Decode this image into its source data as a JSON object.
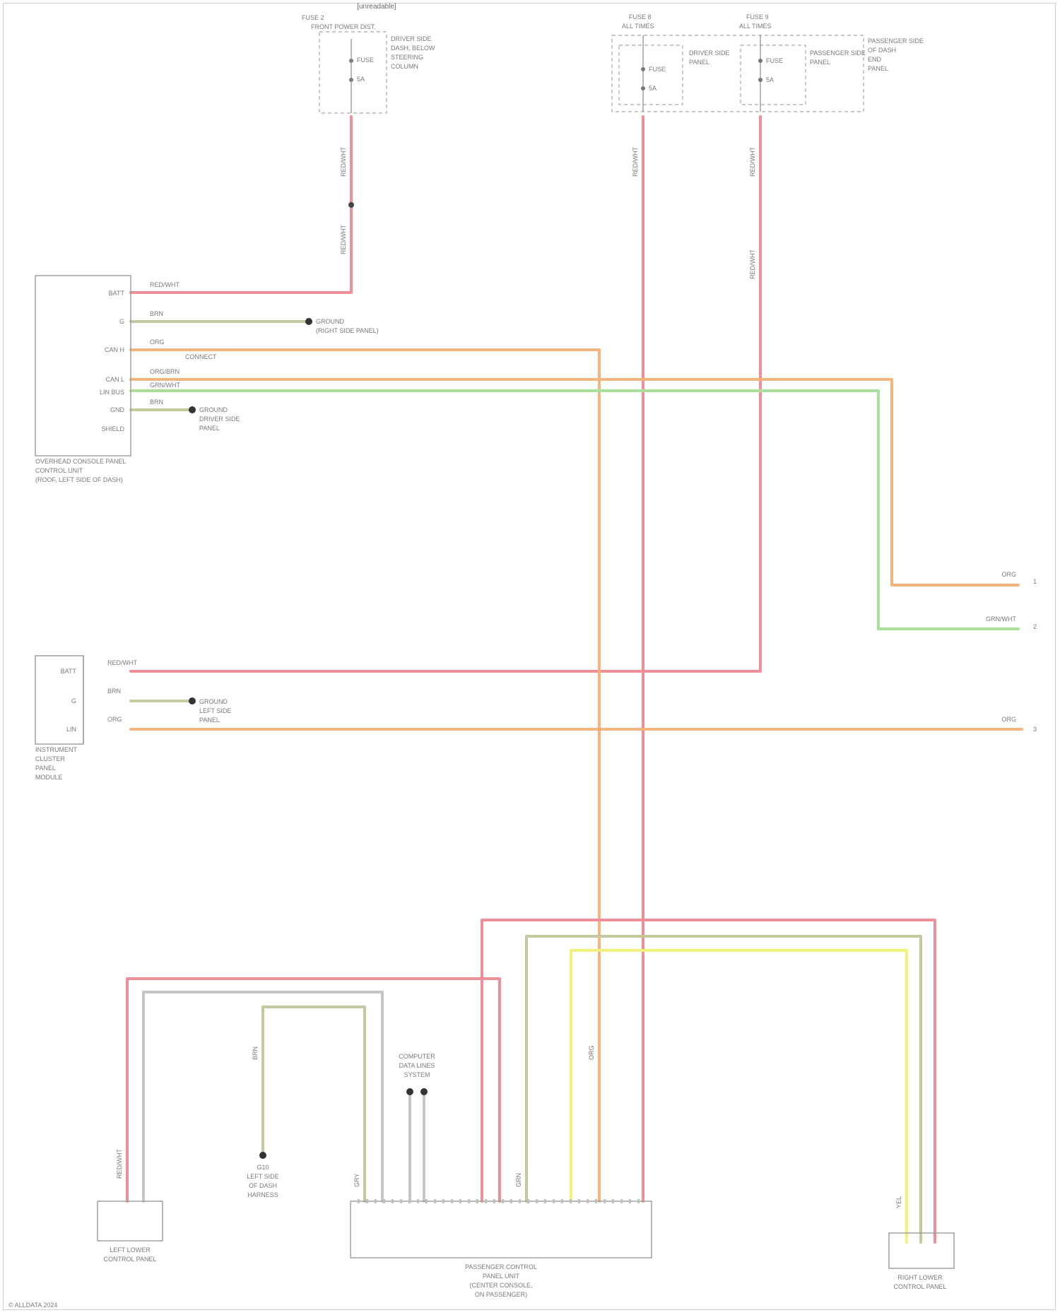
{
  "title": "[unreadable]",
  "fuses": {
    "left_header": [
      "FUSE 2",
      "FRONT POWER DIST."
    ],
    "left_desc": [
      "DRIVER SIDE",
      "DASH, BELOW",
      "STEERING",
      "COLUMN"
    ],
    "mid_header": [
      "FUSE 8",
      "ALL TIMES"
    ],
    "mid_desc": [
      "DRIVER SIDE",
      "PANEL"
    ],
    "right_header": [
      "FUSE 9",
      "ALL TIMES"
    ],
    "right_desc": [
      "PASSENGER SIDE",
      "PANEL"
    ],
    "far_desc": [
      "PASSENGER SIDE",
      "OF DASH",
      "END",
      "PANEL"
    ],
    "inner_labels": [
      "FUSE",
      "5A"
    ]
  },
  "components": {
    "overhead_panel": [
      "OVERHEAD CONSOLE PANEL",
      "CONTROL UNIT",
      "(ROOF, LEFT SIDE OF DASH)"
    ],
    "instrument_panel": [
      "INSTRUMENT",
      "CLUSTER",
      "PANEL",
      "MODULE"
    ],
    "left_lower_panel": [
      "LEFT LOWER",
      "CONTROL PANEL"
    ],
    "passenger_panel": [
      "PASSENGER CONTROL",
      "PANEL UNIT",
      "(CENTER CONSOLE,",
      "ON PASSENGER)"
    ],
    "right_lower_panel": [
      "RIGHT LOWER",
      "CONTROL PANEL"
    ],
    "ground_left": [
      "G10",
      "LEFT SIDE",
      "OF DASH",
      "HARNESS"
    ],
    "ground_center": [
      "COMPUTER",
      "DATA LINES",
      "SYSTEM"
    ]
  },
  "wires": {
    "overhead_pins": [
      "BATT",
      "G",
      "CAN H",
      "CAN L",
      "LIN BUS",
      "GND",
      "SHIELD"
    ],
    "overhead_colors": [
      "RED/WHT",
      "BRN",
      "ORG",
      "ORG/BRN",
      "GRN/WHT",
      "BRN"
    ],
    "overhead_notes": [
      "GROUND",
      "(RIGHT SIDE PANEL)",
      "CONNECT",
      "GROUND",
      "DRIVER SIDE",
      "PANEL"
    ],
    "ip_pins": [
      "BATT",
      "G",
      "LIN"
    ],
    "ip_colors": [
      "RED/WHT",
      "BRN",
      "ORG"
    ],
    "ip_notes": [
      "GROUND",
      "LEFT SIDE",
      "PANEL"
    ],
    "right_ends": [
      "ORG",
      "GRN/WHT",
      "ORG"
    ],
    "right_numbers": [
      "1",
      "2",
      "3"
    ],
    "vertical_labels": [
      "RED/WHT",
      "RED/WHT",
      "RED/WHT",
      "RED/WHT",
      "RED/WHT",
      "RED/WHT",
      "BRN",
      "ORG",
      "YEL",
      "GRY",
      "GRN"
    ]
  },
  "footer": "© ALLDATA 2024",
  "colors": {
    "red": "#ef8f97",
    "orange": "#f3b47e",
    "green": "#a8df9b",
    "olive": "#c5c79c",
    "yellow": "#f2f27a",
    "gray": "#c6c6c6",
    "box": "#9a9a9a"
  }
}
